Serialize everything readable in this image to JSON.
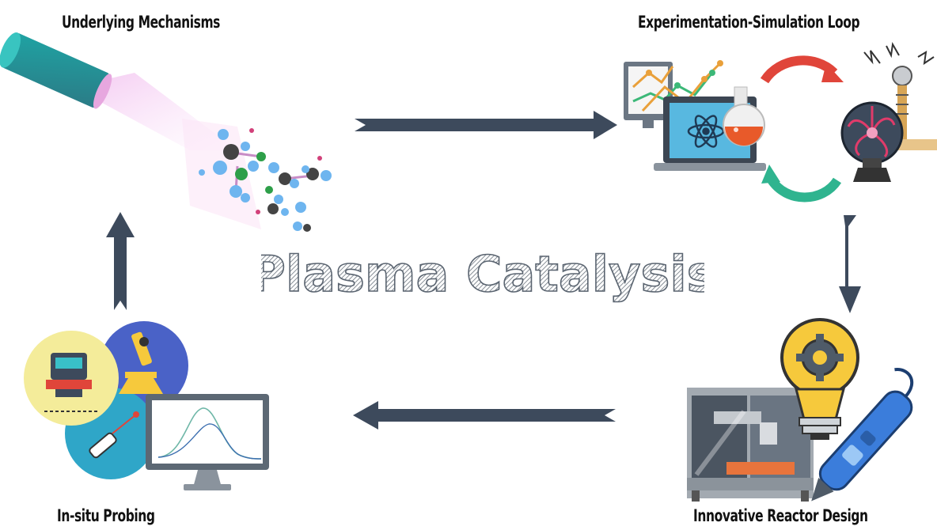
{
  "title": "Plasma Catalysis",
  "stages": {
    "top_left": "Underlying Mechanisms",
    "top_right": "Experimentation-Simulation Loop",
    "bottom_right": "Innovative Reactor Design",
    "bottom_left": "In-situ Probing"
  },
  "colors": {
    "arrow": "#3d4a5c",
    "loop_red": "#e0453a",
    "loop_green": "#2fb48f",
    "title_stroke": "#5a6470"
  }
}
